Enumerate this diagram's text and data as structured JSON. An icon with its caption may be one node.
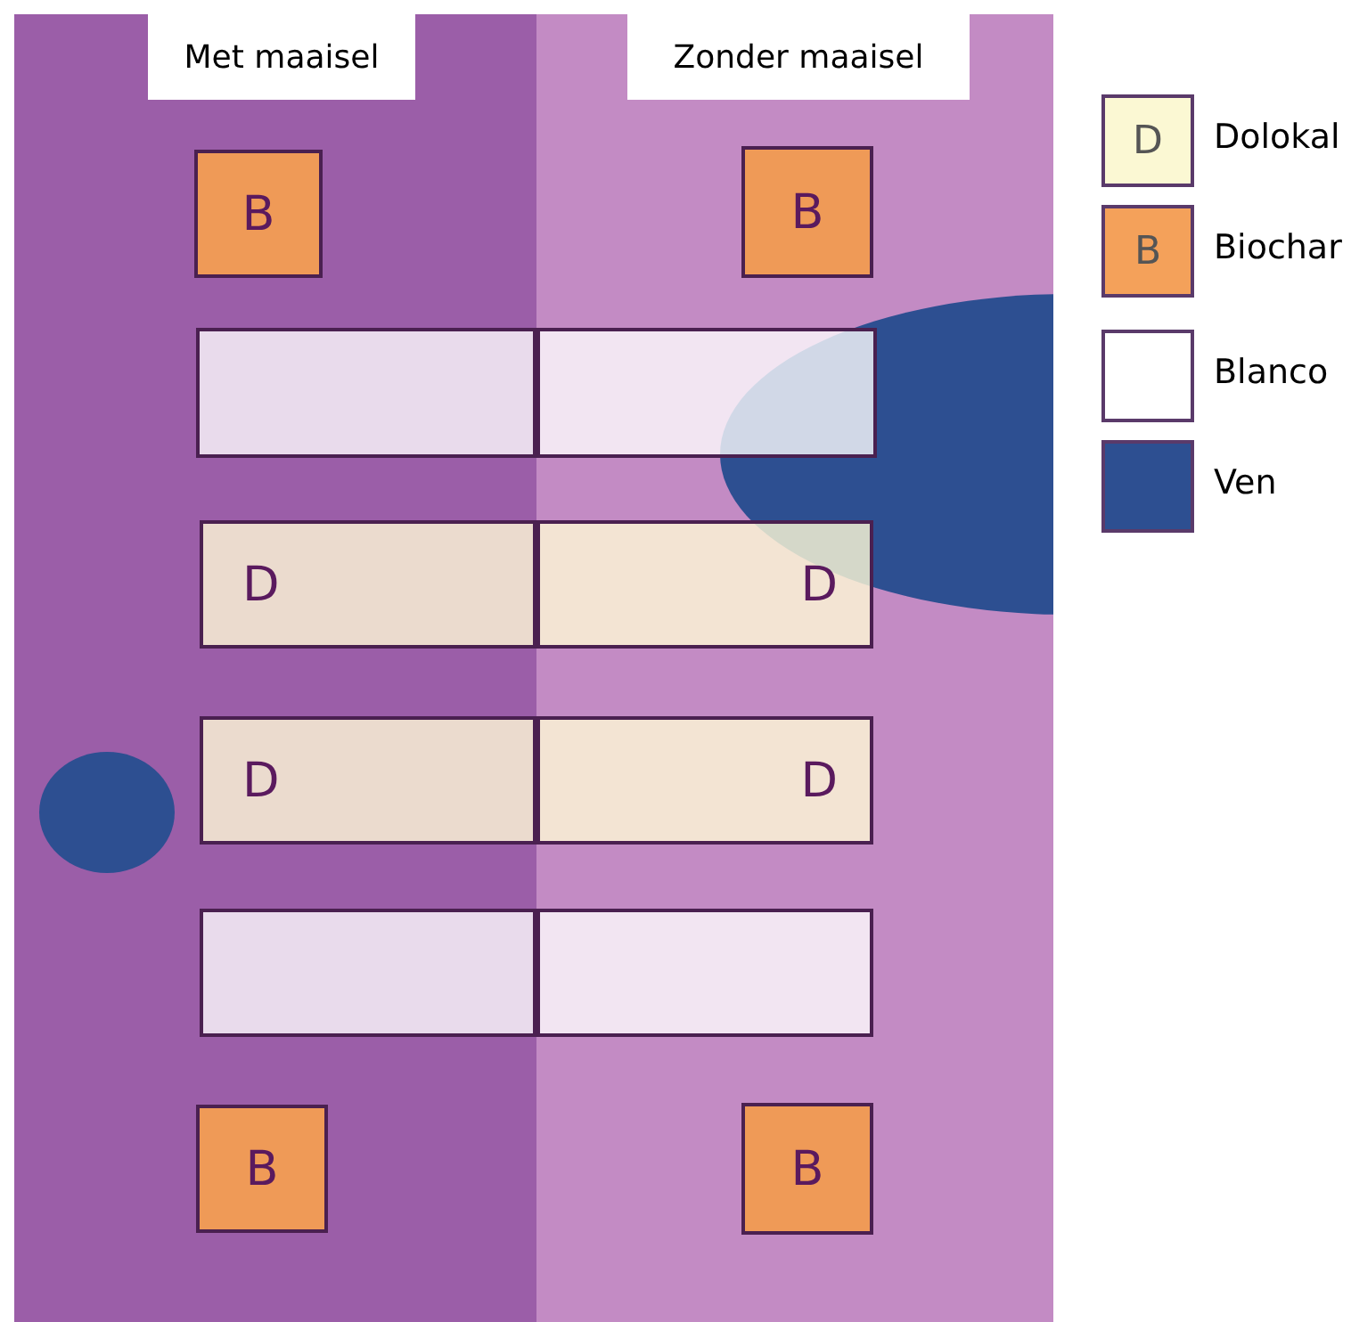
{
  "diagram": {
    "nodes": [
      {
        "text": [
          "Met maaisel"
        ]
      },
      {
        "text": [
          "Zonder maaisel"
        ]
      },
      {
        "text": [
          "B"
        ]
      },
      {
        "text": [
          "B"
        ]
      },
      {
        "text": [],
        "shape": "box"
      },
      {
        "text": [],
        "shape": "box"
      },
      {
        "text": [
          "D"
        ]
      },
      {
        "text": [
          "D"
        ]
      },
      {
        "text": [
          "D"
        ]
      },
      {
        "text": [
          "D"
        ]
      },
      {
        "text": [],
        "shape": "box"
      },
      {
        "text": [],
        "shape": "box"
      },
      {
        "text": [
          "B"
        ]
      },
      {
        "text": [
          "B"
        ]
      },
      {
        "text": [],
        "shape": "circle"
      },
      {
        "text": [],
        "shape": "circle"
      }
    ],
    "labels": [
      "D",
      "B"
    ],
    "legend": [
      {
        "text": "Dolokal",
        "color": "#fbf8d3"
      },
      {
        "text": "Biochar",
        "color": "#f4a15a"
      },
      {
        "text": "Blanco",
        "color": "#ffffff"
      },
      {
        "text": "Ven",
        "color": "#2d4f91"
      }
    ]
  }
}
